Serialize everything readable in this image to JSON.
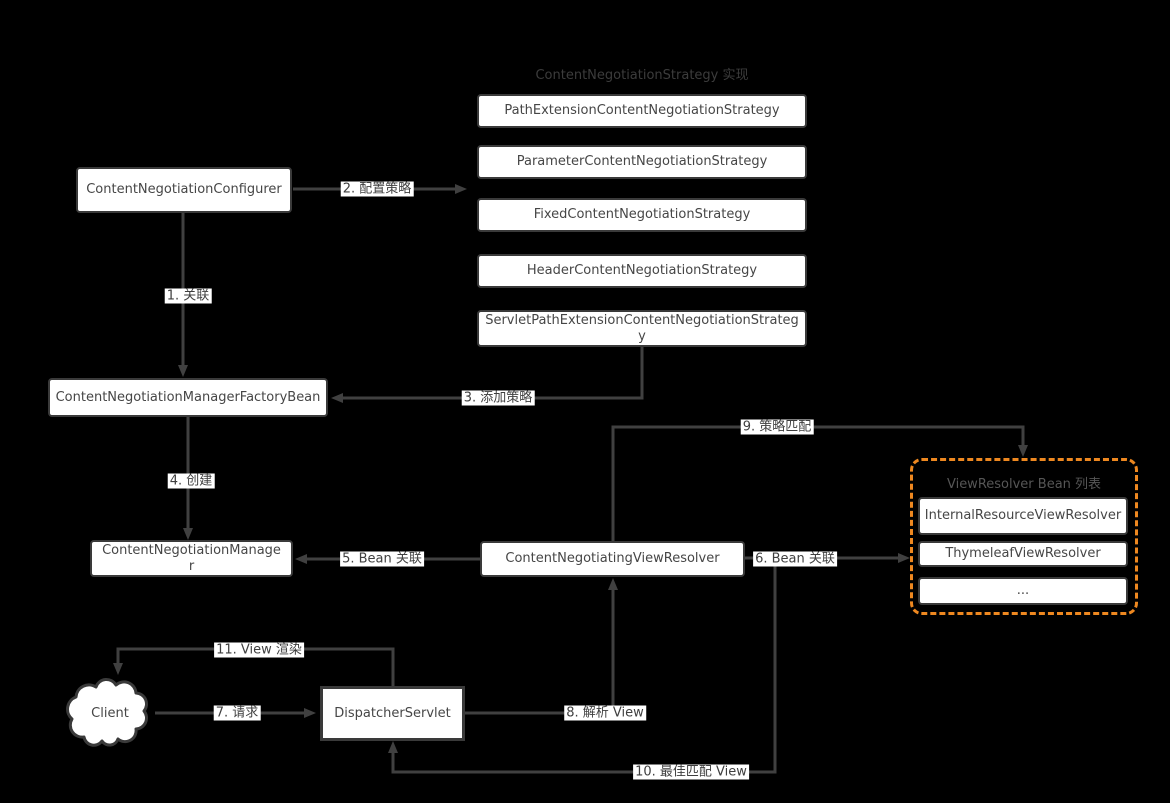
{
  "diagram": {
    "colors": {
      "background": "#000000",
      "connector_line": "#404040",
      "box_fill": "#ffffff",
      "box_border": "#3a3a3a",
      "box_text": "#464646",
      "group_title_text": "#3c3c3c",
      "panel_title_text": "#565656",
      "panel_accent_orange": "#ee8820",
      "edge_label_bg": "#ffffff",
      "edge_label_text": "#3f3f3f"
    },
    "groups": {
      "strategy_title": "ContentNegotiationStrategy 实现",
      "viewresolver_title": "ViewResolver Bean 列表"
    },
    "nodes": {
      "configurer": "ContentNegotiationConfigurer",
      "path_extension": "PathExtensionContentNegotiationStrategy",
      "parameter": "ParameterContentNegotiationStrategy",
      "fixed": "FixedContentNegotiationStrategy",
      "header": "HeaderContentNegotiationStrategy",
      "servlet_path": "ServletPathExtensionContentNegotiationStrategy",
      "factory_bean": "ContentNegotiationManagerFactoryBean",
      "manager": "ContentNegotiationManager",
      "negotiating_view_resolver": "ContentNegotiatingViewResolver",
      "internal_resource": "InternalResourceViewResolver",
      "thymeleaf": "ThymeleafViewResolver",
      "ellipsis": "...",
      "client": "Client",
      "dispatcher": "DispatcherServlet"
    },
    "edges": {
      "e1": "1. 关联",
      "e2": "2. 配置策略",
      "e3": "3. 添加策略",
      "e4": "4. 创建",
      "e5": "5. Bean 关联",
      "e6": "6. Bean 关联",
      "e7": "7. 请求",
      "e8": "8. 解析 View",
      "e9": "9. 策略匹配",
      "e10": "10. 最佳匹配 View",
      "e11": "11. View 渲染"
    }
  }
}
